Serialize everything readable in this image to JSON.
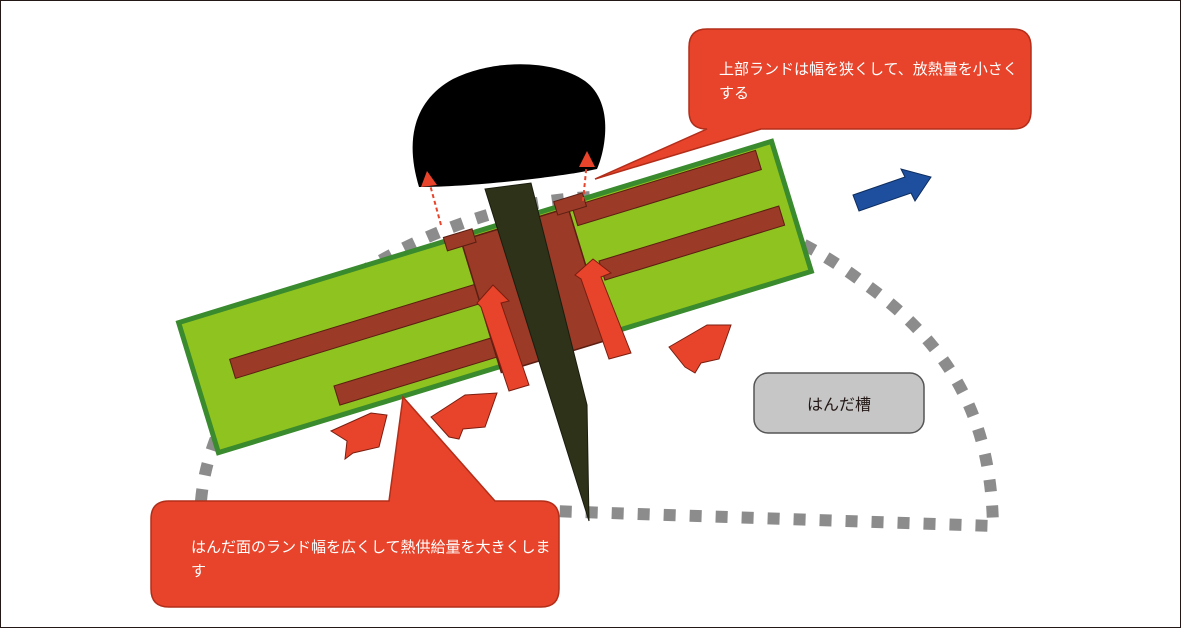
{
  "callouts": {
    "top_text": "上部ランドは幅を狭くして、放熱量を小さくする",
    "bottom_text": "はんだ面のランド幅を広くして熱供給量を大きくします"
  },
  "bath": {
    "label": "はんだ槽"
  },
  "colors": {
    "board_fill": "#8fc31f",
    "board_border": "#3a8a2e",
    "land": "#9a3a27",
    "lead": "#2e3218",
    "component_body": "#000000",
    "heat_arrow": "#e8442b",
    "callout": "#e8442b",
    "flow_arrow": "#1d4f9e",
    "solder_wave_dots": "#8c8c8c",
    "bath_label_box": "#c6c6c6"
  }
}
